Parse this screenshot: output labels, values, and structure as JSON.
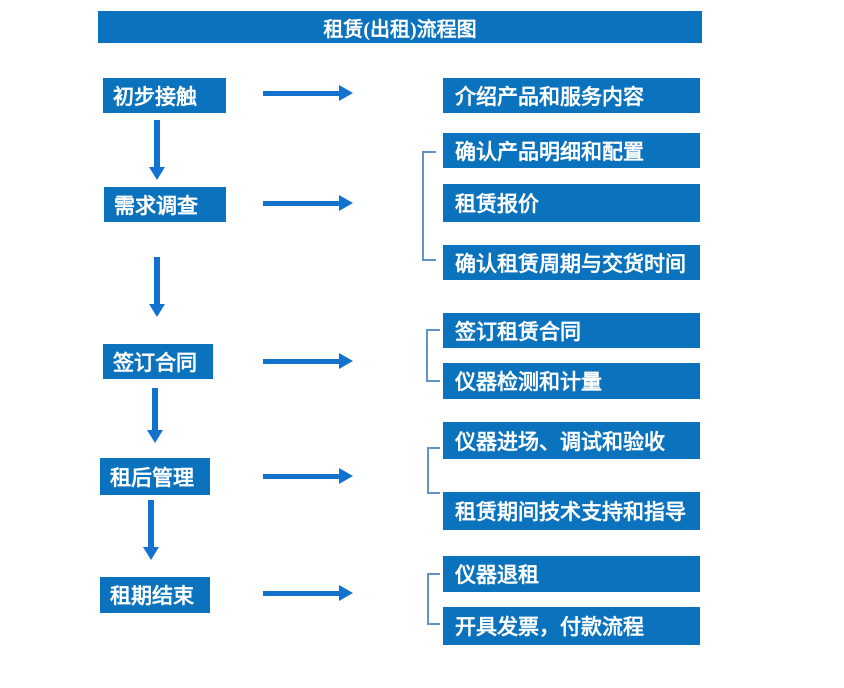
{
  "title": "租赁(出租)流程图",
  "colors": {
    "box_blue": "#0b72be",
    "arrow_blue": "#1372cd",
    "bracket_blue": "#6192c8",
    "text_white": "#ffffff",
    "bg": "#ffffff"
  },
  "stages": [
    {
      "label": "初步接触"
    },
    {
      "label": "需求调查"
    },
    {
      "label": "签订合同"
    },
    {
      "label": "租后管理"
    },
    {
      "label": "租期结束"
    }
  ],
  "details": [
    {
      "label": "介绍产品和服务内容"
    },
    {
      "label": "确认产品明细和配置"
    },
    {
      "label": "租赁报价"
    },
    {
      "label": "确认租赁周期与交货时间"
    },
    {
      "label": "签订租赁合同"
    },
    {
      "label": "仪器检测和计量"
    },
    {
      "label": "仪器进场、调试和验收"
    },
    {
      "label": "租赁期间技术支持和指导"
    },
    {
      "label": "仪器退租"
    },
    {
      "label": "开具发票，付款流程"
    }
  ]
}
